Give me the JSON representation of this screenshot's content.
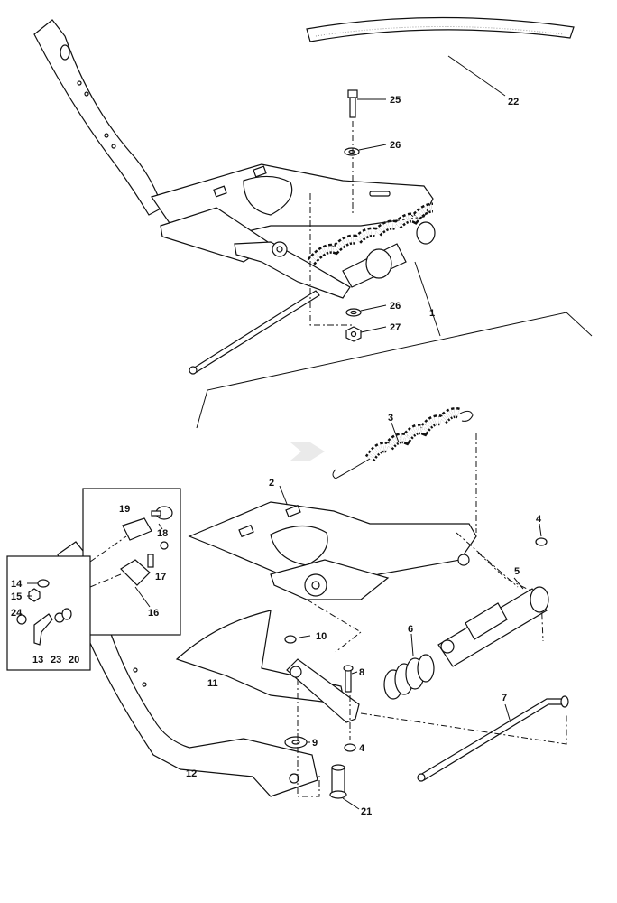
{
  "diagram": {
    "callouts": [
      {
        "id": "c22",
        "text": "22"
      },
      {
        "id": "c25",
        "text": "25"
      },
      {
        "id": "c26a",
        "text": "26"
      },
      {
        "id": "c26b",
        "text": "26"
      },
      {
        "id": "c27",
        "text": "27"
      },
      {
        "id": "c1",
        "text": "1"
      },
      {
        "id": "c3",
        "text": "3"
      },
      {
        "id": "c2",
        "text": "2"
      },
      {
        "id": "c4a",
        "text": "4"
      },
      {
        "id": "c5",
        "text": "5"
      },
      {
        "id": "c19",
        "text": "19"
      },
      {
        "id": "c18",
        "text": "18"
      },
      {
        "id": "c17",
        "text": "17"
      },
      {
        "id": "c16",
        "text": "16"
      },
      {
        "id": "c14",
        "text": "14"
      },
      {
        "id": "c15",
        "text": "15"
      },
      {
        "id": "c24",
        "text": "24"
      },
      {
        "id": "c13",
        "text": "13"
      },
      {
        "id": "c23",
        "text": "23"
      },
      {
        "id": "c20",
        "text": "20"
      },
      {
        "id": "c10",
        "text": "10"
      },
      {
        "id": "c6",
        "text": "6"
      },
      {
        "id": "c8",
        "text": "8"
      },
      {
        "id": "c11",
        "text": "11"
      },
      {
        "id": "c7",
        "text": "7"
      },
      {
        "id": "c9",
        "text": "9"
      },
      {
        "id": "c4b",
        "text": "4"
      },
      {
        "id": "c12",
        "text": "12"
      },
      {
        "id": "c21",
        "text": "21"
      }
    ]
  }
}
